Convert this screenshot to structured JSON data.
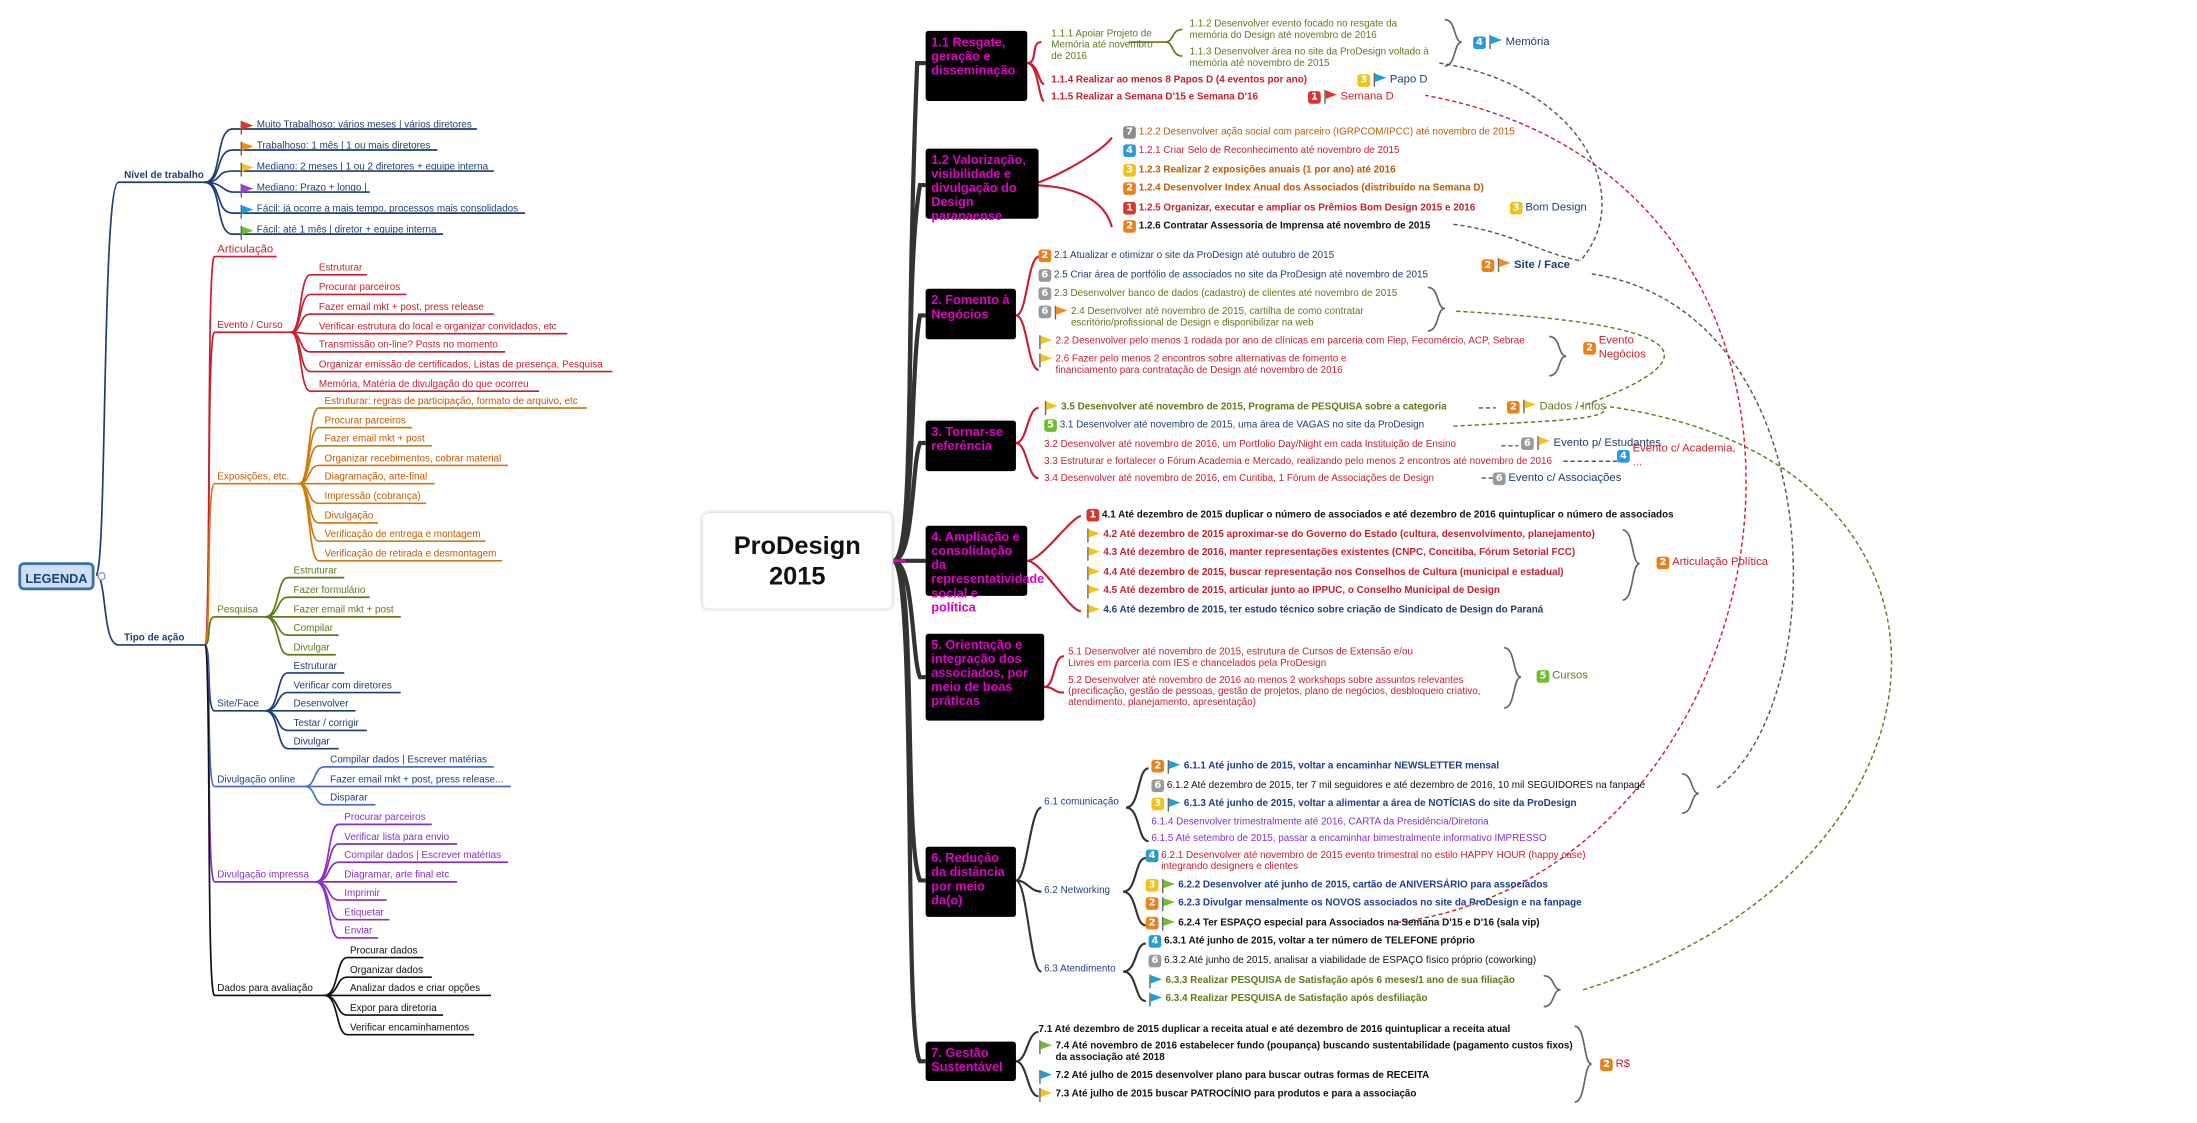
{
  "title": "ProDesign 2015",
  "legend": {
    "label": "LEGENDA",
    "nivel": {
      "label": "Nível de trabalho",
      "items": [
        {
          "flag": "red",
          "text": "Muito Trabalhoso: vários meses | vários diretores"
        },
        {
          "flag": "orange",
          "text": "Trabalhoso: 1 mês | 1 ou mais diretores"
        },
        {
          "flag": "yellow",
          "text": "Mediano: 2 meses | 1 ou 2 diretores + equipe interna"
        },
        {
          "flag": "purple",
          "text": "Mediano: Prazo + longo |"
        },
        {
          "flag": "blue",
          "text": "Fácil: já ocorre a mais tempo, processos mais consolidados"
        },
        {
          "flag": "green",
          "text": "Fácil: até 1 mês | diretor + equipe interna"
        }
      ]
    },
    "tipo": {
      "label": "Tipo de ação",
      "articulacao": "Articulação",
      "groups": [
        {
          "label": "Evento / Curso",
          "items": [
            "Estruturar",
            "Procurar parceiros",
            "Fazer email mkt + post, press release",
            "Verificar estrutura do local e organizar convidados, etc",
            "Transmissão on-line? Posts no momento",
            "Organizar emissão de certificados, Listas de presença, Pesquisa",
            "Memória, Matéria de divulgação do que ocorreu"
          ]
        },
        {
          "label": "Exposições, etc.",
          "items": [
            "Estruturar: regras de participação, formato de arquivo, etc",
            "Procurar parceiros",
            "Fazer email mkt + post",
            "Organizar recebimentos, cobrar material",
            "Diagramação, arte-final",
            "Impressão (cobrança)",
            "Divulgação",
            "Verificação de entrega e montagem",
            "Verificação de retirada e desmontagem"
          ]
        },
        {
          "label": "Pesquisa",
          "items": [
            "Estruturar",
            "Fazer formulário",
            "Fazer email mkt + post",
            "Compilar",
            "Divulgar"
          ]
        },
        {
          "label": "Site/Face",
          "items": [
            "Estruturar",
            "Verificar com diretores",
            "Desenvolver",
            "Testar / corrigir",
            "Divulgar"
          ]
        },
        {
          "label": "Divulgação online",
          "items": [
            "Compilar dados | Escrever matérias",
            "Fazer email mkt + post, press release...",
            "Disparar"
          ]
        },
        {
          "label": "Divulgação impressa",
          "items": [
            "Procurar parceiros",
            "Verificar lista para envio",
            "Compilar dados | Escrever matérias",
            "Diagramar, arte final etc",
            "Imprimir",
            "Etiquetar",
            "Enviar"
          ]
        },
        {
          "label": "Dados para avaliação",
          "items": [
            "Procurar dados",
            "Organizar dados",
            "Analizar dados  e criar opções",
            "Expor para diretoria",
            "Verificar encaminhamentos"
          ]
        }
      ]
    }
  },
  "branches": [
    {
      "label": "1.1 Resgate, geração e disseminação",
      "sub": "1.1.1 Apoiar Projeto de Memória até novembro de 2016",
      "subsub": [
        "1.1.2 Desenvolver evento focado no resgate da memória do Design até novembro de 2016",
        "1.1.3 Desenvolver área no site da ProDesign voltado à memória até novembro de 2015"
      ],
      "items": [
        "1.1.4 Realizar ao menos 8 Papos D (4 eventos por ano)",
        "1.1.5 Realizar a Semana D'15 e Semana D'16"
      ]
    },
    {
      "label": "1.2 Valorização, visibilidade e divulgação do Design paranaense",
      "items": [
        "1.2.2 Desenvolver ação social com parceiro (IGRPCOM/IPCC) até novembro de 2015",
        "1.2.1 Criar Selo de Reconhecimento até novembro de 2015",
        "1.2.3 Realizar 2 exposições anuais (1 por ano) até 2016",
        "1.2.4 Desenvolver Index Anual dos Associados (distribuído na Semana D)",
        "1.2.5 Organizar, executar e ampliar os Prêmios Bom Design 2015 e 2016",
        "1.2.6 Contratar Assessoria de Imprensa até novembro de 2015"
      ]
    },
    {
      "label": "2. Fomento à Negócios",
      "items": [
        "2.1 Atualizar e otimizar o site da ProDesign até outubro de 2015",
        "2.5 Criar área de portfólio de associados no site da ProDesign até novembro de 2015",
        "2.3 Desenvolver banco de dados (cadastro) de clientes até novembro de 2015",
        "2.4 Desenvolver até novembro de 2015, cartilha de como contratar escritório/profissional de Design e disponibilizar na web",
        "2.2 Desenvolver pelo menos 1 rodada por ano de clínicas em parceria com Fiep, Fecomércio, ACP, Sebrae",
        "2.6 Fazer pelo menos 2 encontros sobre alternativas de fomento e financiamento para contratação de Design até novembro de 2016"
      ]
    },
    {
      "label": "3. Tornar-se referência",
      "items": [
        "3.5 Desenvolver até novembro de 2015, Programa de PESQUISA sobre a categoria",
        "3.1 Desenvolver até novembro de 2015, uma área de VAGAS no site da ProDesign",
        "3.2  Desenvolver até novembro de 2016, um Portfolio Day/Night em cada Instituição de Ensino",
        "3.3 Estruturar e fortalecer o Fórum Academia e Mercado, realizando pelo menos 2 encontros até novembro de 2016",
        "3.4 Desenvolver até novembro de 2016, em Curitiba, 1 Fórum de Associações de Design"
      ]
    },
    {
      "label": "4. Ampliação e consolidação da representatividade social e política",
      "items": [
        "4.1 Até dezembro de 2015 duplicar o número de associados e até dezembro de 2016 quintuplicar o número de associados",
        "4.2 Até dezembro de 2015 aproximar-se do Governo do Estado (cultura, desenvolvimento, planejamento)",
        "4.3 Até dezembro de 2016,  manter representações existentes (CNPC, Concitiba, Fórum Setorial FCC)",
        "4.4 Até dezembro de 2015, buscar representação nos Conselhos de Cultura (municipal e estadual)",
        "4.5 Até dezembro de 2015, articular junto ao IPPUC, o Conselho Municipal de Design",
        "4.6  Até dezembro de 2015, ter estudo técnico sobre criação de Sindicato de Design do Paraná"
      ]
    },
    {
      "label": "5. Orientação e integração dos associados, por meio de boas práticas",
      "items": [
        "5.1 Desenvolver até novembro de 2015, estrutura de Cursos de Extensão e/ou Livres em parceria com IES e chancelados pela ProDesign",
        "5.2  Desenvolver até novembro de 2016 ao menos 2 workshops sobre assuntos relevantes (precificação, gestão de pessoas, gestão de projetos, plano de negócios, desbloqueio criativo, atendimento, planejamento, apresentação)"
      ]
    },
    {
      "label": "6. Redução da distância por meio da(o)",
      "groups": [
        {
          "label": "6.1 comunicação",
          "items": [
            "6.1.1 Até junho de 2015, voltar a encaminhar NEWSLETTER mensal",
            "6.1.2 Até dezembro de 2015, ter 7 mil seguidores e até dezembro de 2016, 10 mil SEGUIDORES na fanpage",
            "6.1.3 Até junho de 2015, voltar a alimentar a área de NOTÍCIAS do site da ProDesign",
            "6.1.4 Desenvolver trimestralmente até 2016, CARTA da Presidência/Diretoria",
            "6.1.5 Até setembro de 2015, passar a encaminhar bimestralmente informativo IMPRESSO"
          ]
        },
        {
          "label": "6.2  Networking",
          "items": [
            "6.2.1 Desenvolver até novembro de 2015 evento trimestral no estilo HAPPY HOUR (happy case) integrando designers e clientes",
            "6.2.2 Desenvolver até junho de 2015, cartão de ANIVERSÁRIO para associados",
            "6.2.3 Divulgar mensalmente os NOVOS associados no site da ProDesign e na fanpage",
            "6.2.4 Ter ESPAÇO especial para Associados na Semana D'15 e D'16 (sala vip)"
          ]
        },
        {
          "label": "6.3 Atendimento",
          "items": [
            "6.3.1 Até junho de 2015, voltar a ter número de TELEFONE próprio",
            "6.3.2 Até junho de 2015, analisar a viabilidade de ESPAÇO físico próprio (coworking)",
            "6.3.3 Realizar PESQUISA de Satisfação após 6 meses/1 ano de sua filiação",
            "6.3.4 Realizar PESQUISA de Satisfação após desfiliação"
          ]
        }
      ]
    },
    {
      "label": "7. Gestão Sustentável",
      "items": [
        "7.1 Até dezembro de 2015 duplicar a receita atual e até dezembro de 2016 quintuplicar a receita atual",
        "7.4 Até novembro de 2016 estabelecer fundo (poupança) buscando sustentabilidade (pagamento custos fixos) da associação até 2018",
        "7.2 Até julho de 2015 desenvolver plano para buscar outras formas de RECEITA",
        "7.3 Até julho de 2015 buscar PATROCÍNIO para produtos e para a associação"
      ]
    }
  ],
  "summaries": [
    {
      "badge": "4",
      "flag": "blue",
      "label": "Memória"
    },
    {
      "badge": "3",
      "flag": "blue",
      "label": "Papo D"
    },
    {
      "badge": "1",
      "flag": "red",
      "label": "Semana D"
    },
    {
      "badge": "3",
      "flag": "",
      "label": "Bom Design"
    },
    {
      "badge": "2",
      "flag": "orange",
      "label": "Site / Face"
    },
    {
      "badge": "2",
      "flag": "",
      "label": "Evento Negócios"
    },
    {
      "badge": "2",
      "flag": "yellow",
      "label": "Dados / Infos"
    },
    {
      "badge": "6",
      "flag": "yellow",
      "label": "Evento p/ Estudantes"
    },
    {
      "badge": "4",
      "flag": "",
      "label": "Evento c/ Academia, ..."
    },
    {
      "badge": "6",
      "flag": "",
      "label": "Evento c/ Associações"
    },
    {
      "badge": "2",
      "flag": "",
      "label": "Articulação Política"
    },
    {
      "badge": "5",
      "flag": "",
      "label": "Cursos"
    },
    {
      "badge": "2",
      "flag": "",
      "label": "R$"
    }
  ],
  "colors": {
    "navy": "#1d3e73",
    "red": "#c8202e",
    "orange": "#c05a00",
    "olive": "#5e7a1a",
    "blue": "#1b3e8c",
    "purple": "#8a2fc8",
    "magenta": "#e000c8"
  }
}
